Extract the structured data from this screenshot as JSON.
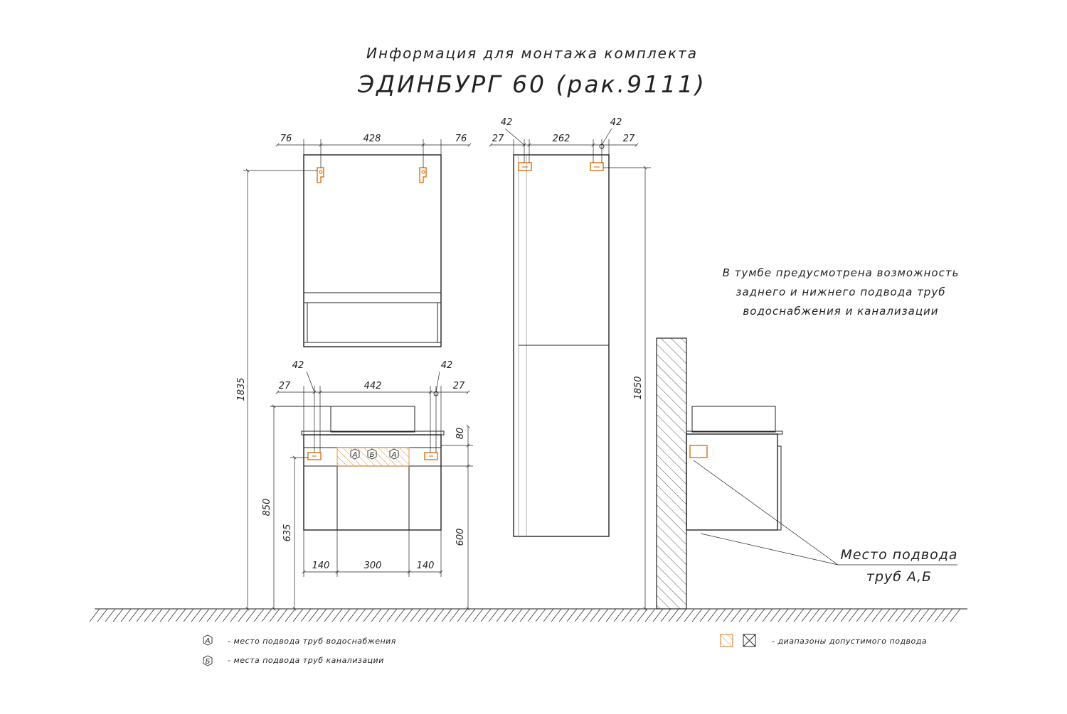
{
  "title": {
    "line1": "Информация для монтажа комплекта",
    "line2": "ЭДИНБУРГ 60 (рак.9111)"
  },
  "colors": {
    "line": "#222222",
    "accent": "#e07a1f",
    "hatch": "#e07a1f"
  },
  "mirror": {
    "dim_left": "76",
    "dim_width": "428",
    "dim_right": "76",
    "dim_height": "1835"
  },
  "vanity": {
    "dim_off_left_small": "42",
    "dim_off_left": "27",
    "dim_between": "442",
    "dim_off_right_small": "42",
    "dim_off_right": "27",
    "dim_top_band": "80",
    "dim_total_height": "850",
    "dim_mount_height": "635",
    "dim_body_height": "600",
    "dim_bottom_left": "140",
    "dim_bottom_mid": "300",
    "dim_bottom_right": "140",
    "markers": [
      "А",
      "Б",
      "А"
    ]
  },
  "tall_cabinet": {
    "dim_small_left": "42",
    "dim_left": "27",
    "dim_between": "262",
    "dim_small_right": "42",
    "dim_right": "27",
    "dim_height": "1850"
  },
  "note": {
    "line1": "В тумбе предусмотрена возможность",
    "line2": "заднего и нижнего подвода труб",
    "line3": "водоснабжения и канализации"
  },
  "side_view": {
    "callout_line1": "Место подвода",
    "callout_line2": "труб А,Б"
  },
  "legend": {
    "a_marker": "А",
    "a_text": "- место подвода труб водоснабжения",
    "b_marker": "Б",
    "b_text": "- места подвода труб канализации",
    "range_text": "- диапазоны допустимого подвода"
  }
}
